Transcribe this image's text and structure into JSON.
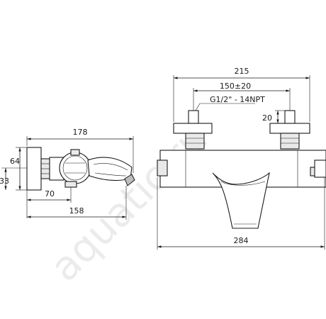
{
  "watermark": "aquatic.ru",
  "dimensions": {
    "side_total_length": "178",
    "side_height": "64",
    "side_axis_height": "33",
    "side_outlet_offset": "70",
    "side_projection": "158",
    "front_total_width": "215",
    "front_inlet_spacing": "150±20",
    "front_thread": "G1/2\" - 14NPT",
    "front_inlet_depth": "20",
    "front_body_length": "284"
  }
}
